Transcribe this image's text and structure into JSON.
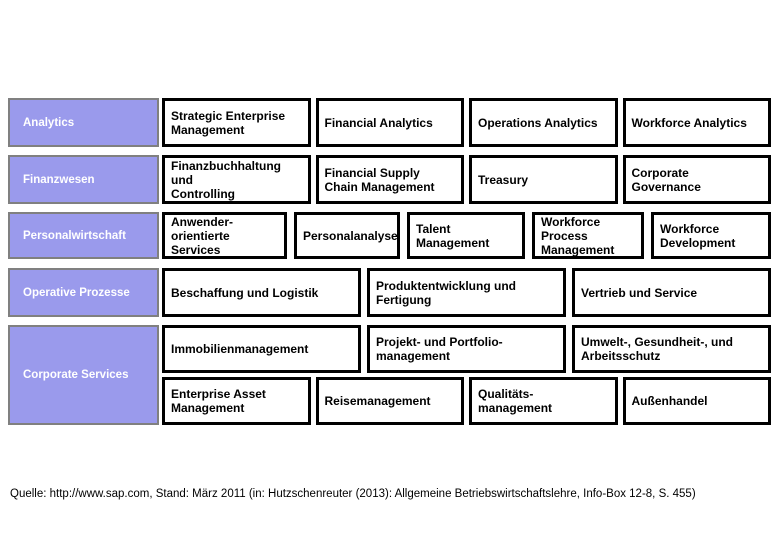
{
  "palette": {
    "category_fill": "#9A9AEC",
    "category_border": "#808080",
    "category_text": "#FFFFFF",
    "module_fill": "#FFFFFF",
    "module_border": "#000000",
    "module_text": "#000000"
  },
  "categories": [
    {
      "label": "Analytics"
    },
    {
      "label": "Finanzwesen"
    },
    {
      "label": "Personalwirtschaft"
    },
    {
      "label": "Operative Prozesse"
    },
    {
      "label": "Corporate Services"
    }
  ],
  "box_rows": [
    [
      "Strategic Enterprise\nManagement",
      "Financial Analytics",
      "Operations Analytics",
      "Workforce Analytics"
    ],
    [
      "Finanzbuchhaltung und\nControlling",
      "Financial Supply\nChain Management",
      "Treasury",
      "Corporate\nGovernance"
    ],
    [
      "Anwender-\norientierte Services",
      "Personalanalyse",
      "Talent\nManagement",
      "Workforce Process\nManagement",
      "Workforce\nDevelopment"
    ],
    [
      "Beschaffung und Logistik",
      "Produktentwicklung und\nFertigung",
      "Vertrieb und Service"
    ],
    [
      "Immobilienmanagement",
      "Projekt- und Portfolio-\nmanagement",
      "Umwelt-, Gesundheit-, und\nArbeitsschutz"
    ],
    [
      "Enterprise Asset\nManagement",
      "Reisemanagement",
      "Qualitäts-\nmanagement",
      "Außenhandel"
    ]
  ],
  "footer": {
    "source": "Quelle: http://www.sap.com, Stand: März 2011 (in: Hutzschenreuter (2013): Allgemeine Betriebswirtschaftslehre, Info-Box 12-8, S. 455)"
  }
}
